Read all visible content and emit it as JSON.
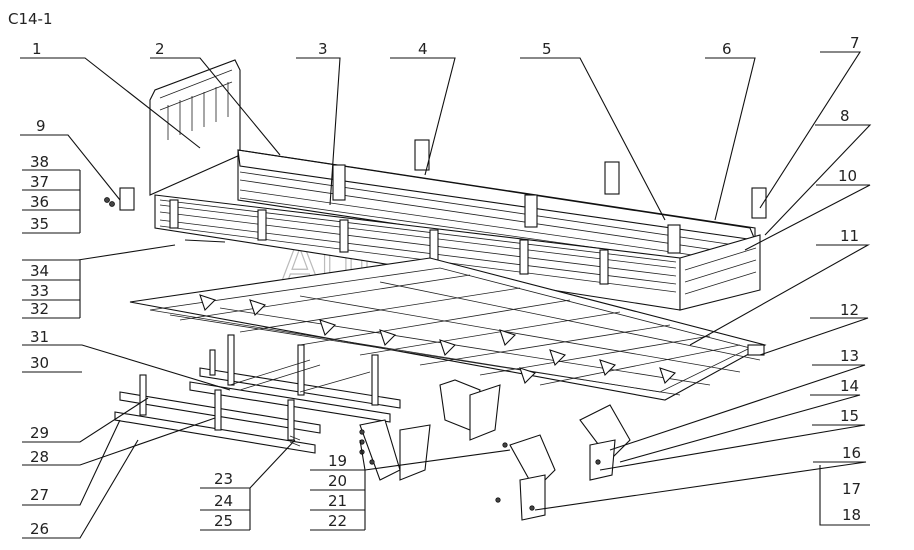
{
  "title": "C14-1",
  "watermark": "AutoSoft",
  "callouts": [
    "1",
    "2",
    "3",
    "4",
    "5",
    "6",
    "7",
    "8",
    "9",
    "10",
    "11",
    "12",
    "13",
    "14",
    "15",
    "16",
    "17",
    "18",
    "19",
    "20",
    "21",
    "22",
    "23",
    "24",
    "25",
    "26",
    "27",
    "28",
    "29",
    "30",
    "31",
    "32",
    "33",
    "34",
    "35",
    "36",
    "37",
    "38"
  ]
}
